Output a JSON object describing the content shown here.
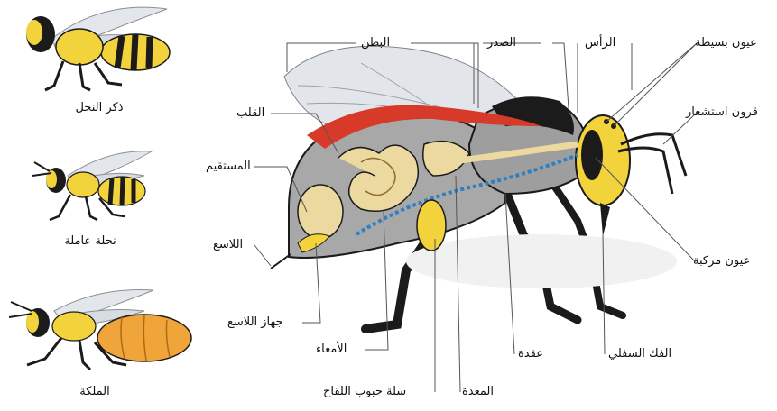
{
  "castes": [
    {
      "id": "drone",
      "caption": "ذكر النحل"
    },
    {
      "id": "worker",
      "caption": "نحلة عاملة"
    },
    {
      "id": "queen",
      "caption": "الملكة"
    }
  ],
  "labels": {
    "abdomen": "البطن",
    "thorax": "الصدر",
    "head": "الرأس",
    "simple_eyes": "عيون بسيطة",
    "antennae": "قرون استشعار",
    "compound_eyes": "عيون مركبة",
    "heart": "القلب",
    "rectum": "المستقيم",
    "sting": "اللاسع",
    "sting_apparatus": "جهاز اللاسع",
    "intestines": "الأمعاء",
    "pollen_basket": "سلة حبوب اللقاح",
    "stomach": "المعدة",
    "ganglion": "عقدة",
    "mandible": "الفك السفلي"
  },
  "colors": {
    "yellow": "#f2d33c",
    "black": "#1b1b1b",
    "orange": "#f0a53a",
    "organ_cream": "#ecd9a0",
    "heart_red": "#d83a2a",
    "nerve_blue": "#2f7fc1",
    "body_gray": "#9e9e9e",
    "wing": "#dfe3e8"
  }
}
